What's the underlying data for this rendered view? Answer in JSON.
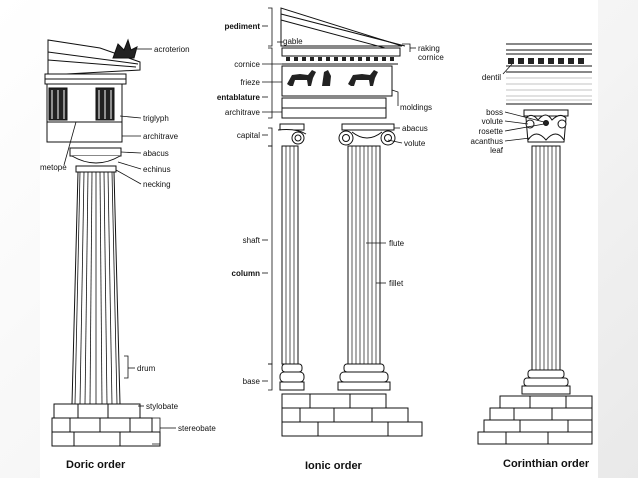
{
  "colors": {
    "ink": "#111111",
    "paper": "#ffffff",
    "frame": "#e9e9e9"
  },
  "doric": {
    "caption": "Doric order",
    "labels": {
      "acroterion": "acroterion",
      "triglyph": "triglyph",
      "metope": "metope",
      "architrave": "architrave",
      "abacus": "abacus",
      "echinus": "echinus",
      "necking": "necking",
      "drum": "drum",
      "stylobate": "stylobate",
      "stereobate": "stereobate"
    }
  },
  "ionic": {
    "caption": "Ionic order",
    "labels": {
      "pediment": "pediment",
      "gable": "gable",
      "raking_cornice_1": "raking",
      "raking_cornice_2": "cornice",
      "cornice": "cornice",
      "frieze": "frieze",
      "entablature": "entablature",
      "architrave": "architrave",
      "moldings": "moldings",
      "capital": "capital",
      "abacus": "abacus",
      "volute": "volute",
      "shaft": "shaft",
      "column": "column",
      "flute": "flute",
      "fillet": "fillet",
      "base": "base"
    }
  },
  "corinthian": {
    "caption": "Corinthian order",
    "labels": {
      "dentil": "dentil",
      "boss": "boss",
      "volute": "volute",
      "rosette": "rosette",
      "acanthus_1": "acanthus",
      "acanthus_2": "leaf"
    }
  }
}
